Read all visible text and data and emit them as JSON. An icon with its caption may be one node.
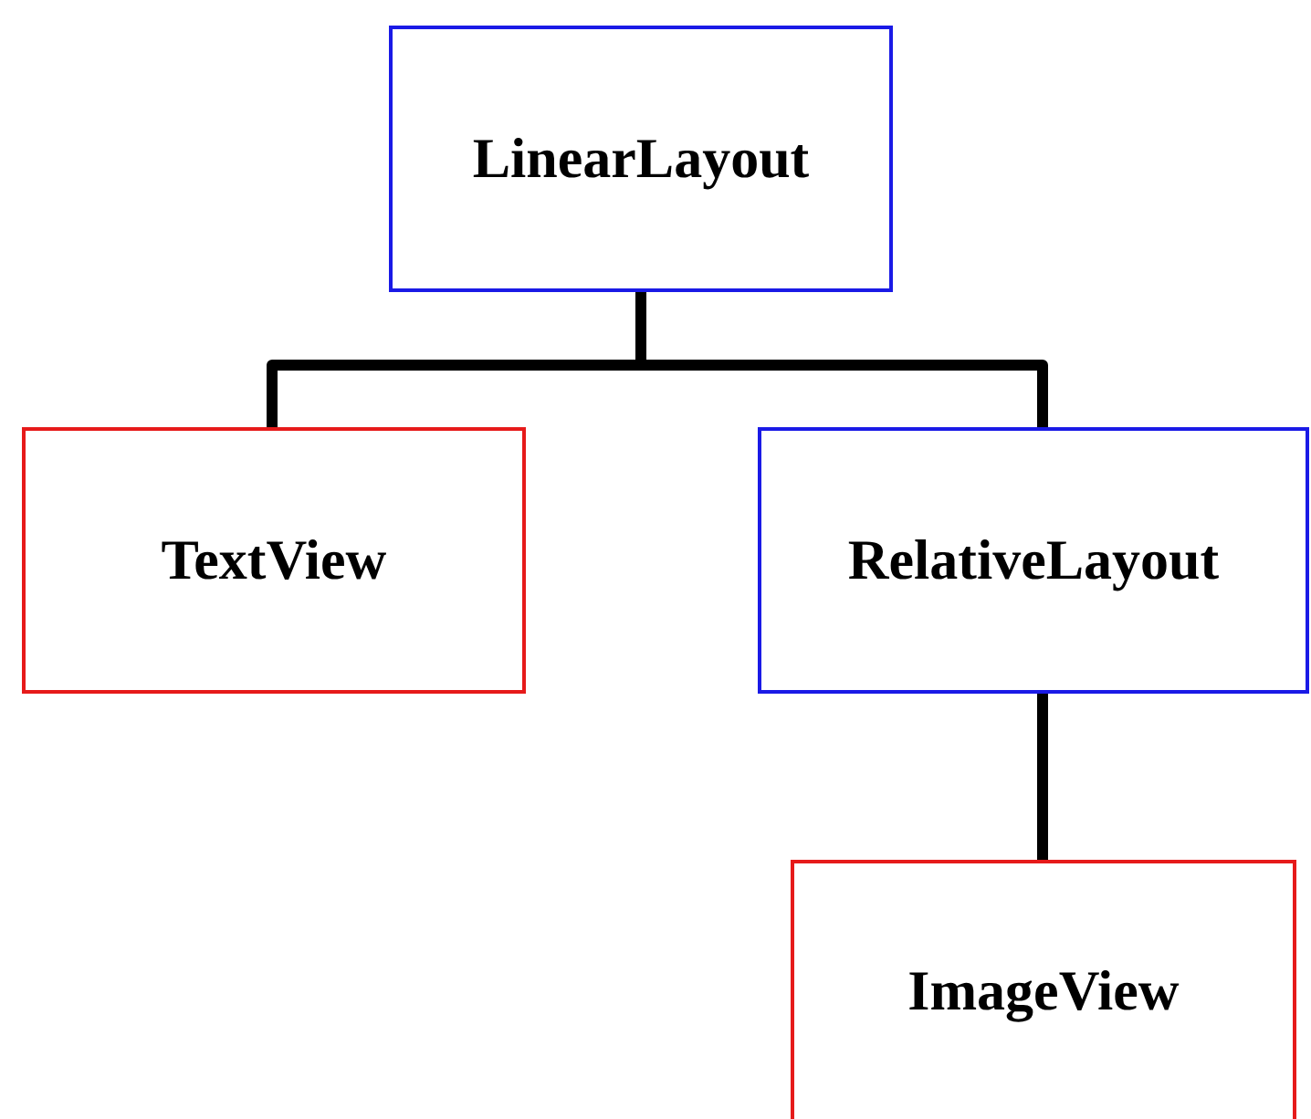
{
  "diagram": {
    "nodes": [
      {
        "text": [
          "LinearLayout"
        ]
      },
      {
        "text": [
          "TextView"
        ]
      },
      {
        "text": [
          "RelativeLayout"
        ]
      },
      {
        "text": [
          "ImageView"
        ]
      }
    ],
    "edges": [
      {
        "from": 0,
        "to": 1,
        "arrow": "none"
      },
      {
        "from": 0,
        "to": 2,
        "arrow": "none"
      },
      {
        "from": 2,
        "to": 3,
        "arrow": "none"
      }
    ]
  }
}
